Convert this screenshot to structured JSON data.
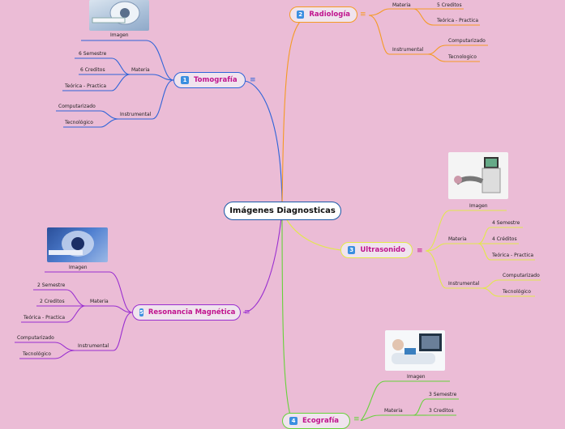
{
  "central": "Imágenes Diagnosticas",
  "branches": [
    {
      "num": "1",
      "label": "Tomografía",
      "color": "#2f64d8",
      "text": "#c0148e",
      "imagen": "Imagen",
      "materia": "Materia",
      "materia_items": [
        "6 Semestre",
        "6 Creditos",
        "Teórica - Practica"
      ],
      "instrumental": "Instrumental",
      "instrumental_items": [
        "Computarizado",
        "Tecnológico"
      ]
    },
    {
      "num": "2",
      "label": "Radiología",
      "color": "#f59a24",
      "text": "#c0148e",
      "materia": "Materia",
      "materia_items": [
        "5 Creditos",
        "Teórica - Practica"
      ],
      "instrumental": "Instrumental",
      "instrumental_items": [
        "Computarizado",
        "Tecnologico"
      ]
    },
    {
      "num": "3",
      "label": "Ultrasonido",
      "color": "#e2e84a",
      "text": "#c0148e",
      "imagen": "Imagen",
      "materia": "Materia",
      "materia_items": [
        "4 Semestre",
        "4 Créditos",
        "Teórica - Practica"
      ],
      "instrumental": "Instrumental",
      "instrumental_items": [
        "Computarizado",
        "Tecnológico"
      ]
    },
    {
      "num": "4",
      "label": "Ecografía",
      "color": "#66d23a",
      "text": "#c0148e",
      "imagen": "Imagen",
      "materia": "Materia",
      "materia_items": [
        "3 Semestre",
        "3 Creditos"
      ]
    },
    {
      "num": "5",
      "label": "Resonancia Magnética",
      "color": "#9a2fd0",
      "text": "#c0148e",
      "imagen": "Imagen",
      "materia": "Materia",
      "materia_items": [
        "2 Semestre",
        "2 Creditos",
        "Teórica - Practica"
      ],
      "instrumental": "Instrumental",
      "instrumental_items": [
        "Computarizado",
        "Tecnológico"
      ]
    }
  ],
  "icons": {
    "menu": "hamburger-icon"
  }
}
